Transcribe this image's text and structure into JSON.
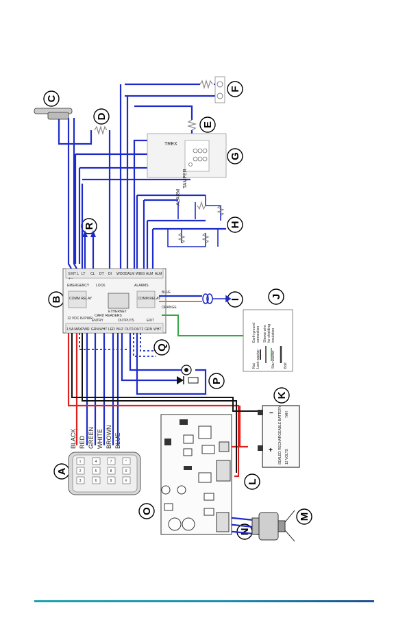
{
  "callouts": [
    "A",
    "B",
    "C",
    "D",
    "E",
    "F",
    "G",
    "H",
    "I",
    "J",
    "K",
    "L",
    "M",
    "N",
    "O",
    "P",
    "Q",
    "R"
  ],
  "keypad": {
    "keys": [
      "1",
      "2",
      "3",
      "4",
      "5",
      "6",
      "7",
      "8",
      "9",
      "*",
      "0",
      "#"
    ],
    "wire_labels": [
      "BLACK",
      "RED",
      "GREEN",
      "WHITE",
      "BROWN",
      "BLUE"
    ]
  },
  "controller": {
    "top_terminals": [
      "EXIT L",
      "+  -",
      "LT",
      "CL",
      "DT",
      "DI",
      "WOOD",
      "ALM",
      "WIEG",
      "ALM",
      "ALM"
    ],
    "groups": {
      "emergency": "EMERGENCY",
      "lock": "LOCK",
      "alarms": "ALARMS",
      "ethernet": "ETHERNET",
      "card_readers": "CARD READERS",
      "power": "12 VDC IN PWR",
      "outputs": "OUTPUTS",
      "entry": "ENTRY",
      "exit": "EXIT",
      "relay_a": "COMM RELAY",
      "relay_b": "COMM RELAY"
    },
    "bottom_terminals": [
      "1.5A MAX",
      "PWR",
      "GRN",
      "WHT",
      "LED",
      "BUZ",
      "OUT1",
      "OUT2",
      "GRN",
      "WHT"
    ]
  },
  "sensor_g": {
    "brand": "TREX",
    "tamper": "TAMPER"
  },
  "alarm_h": {
    "label": "ALARM"
  },
  "wires": {
    "blue": "BLUE",
    "orange": "ORANGE"
  },
  "grounding_j": {
    "lines": [
      "Earth ground",
      "connection",
      "Sleeve wire",
      "for shielding",
      "insulation"
    ],
    "nut": "Nut",
    "lock_washer": "Lock washer",
    "star_washer": "Star washer",
    "bolt": "Bolt"
  },
  "battery_k": {
    "title": "SEALED RECHARGEABLE BATTERY",
    "volts": "12 VOLTS",
    "amp": "7AH",
    "plus": "+",
    "minus": "−"
  },
  "colors": {
    "wire_blue": "#1e2bc8",
    "wire_red": "#e0201c",
    "wire_green": "#35a844",
    "wire_black": "#111111",
    "resistor": "#888888",
    "footer_teal": "#1aa3a8"
  }
}
